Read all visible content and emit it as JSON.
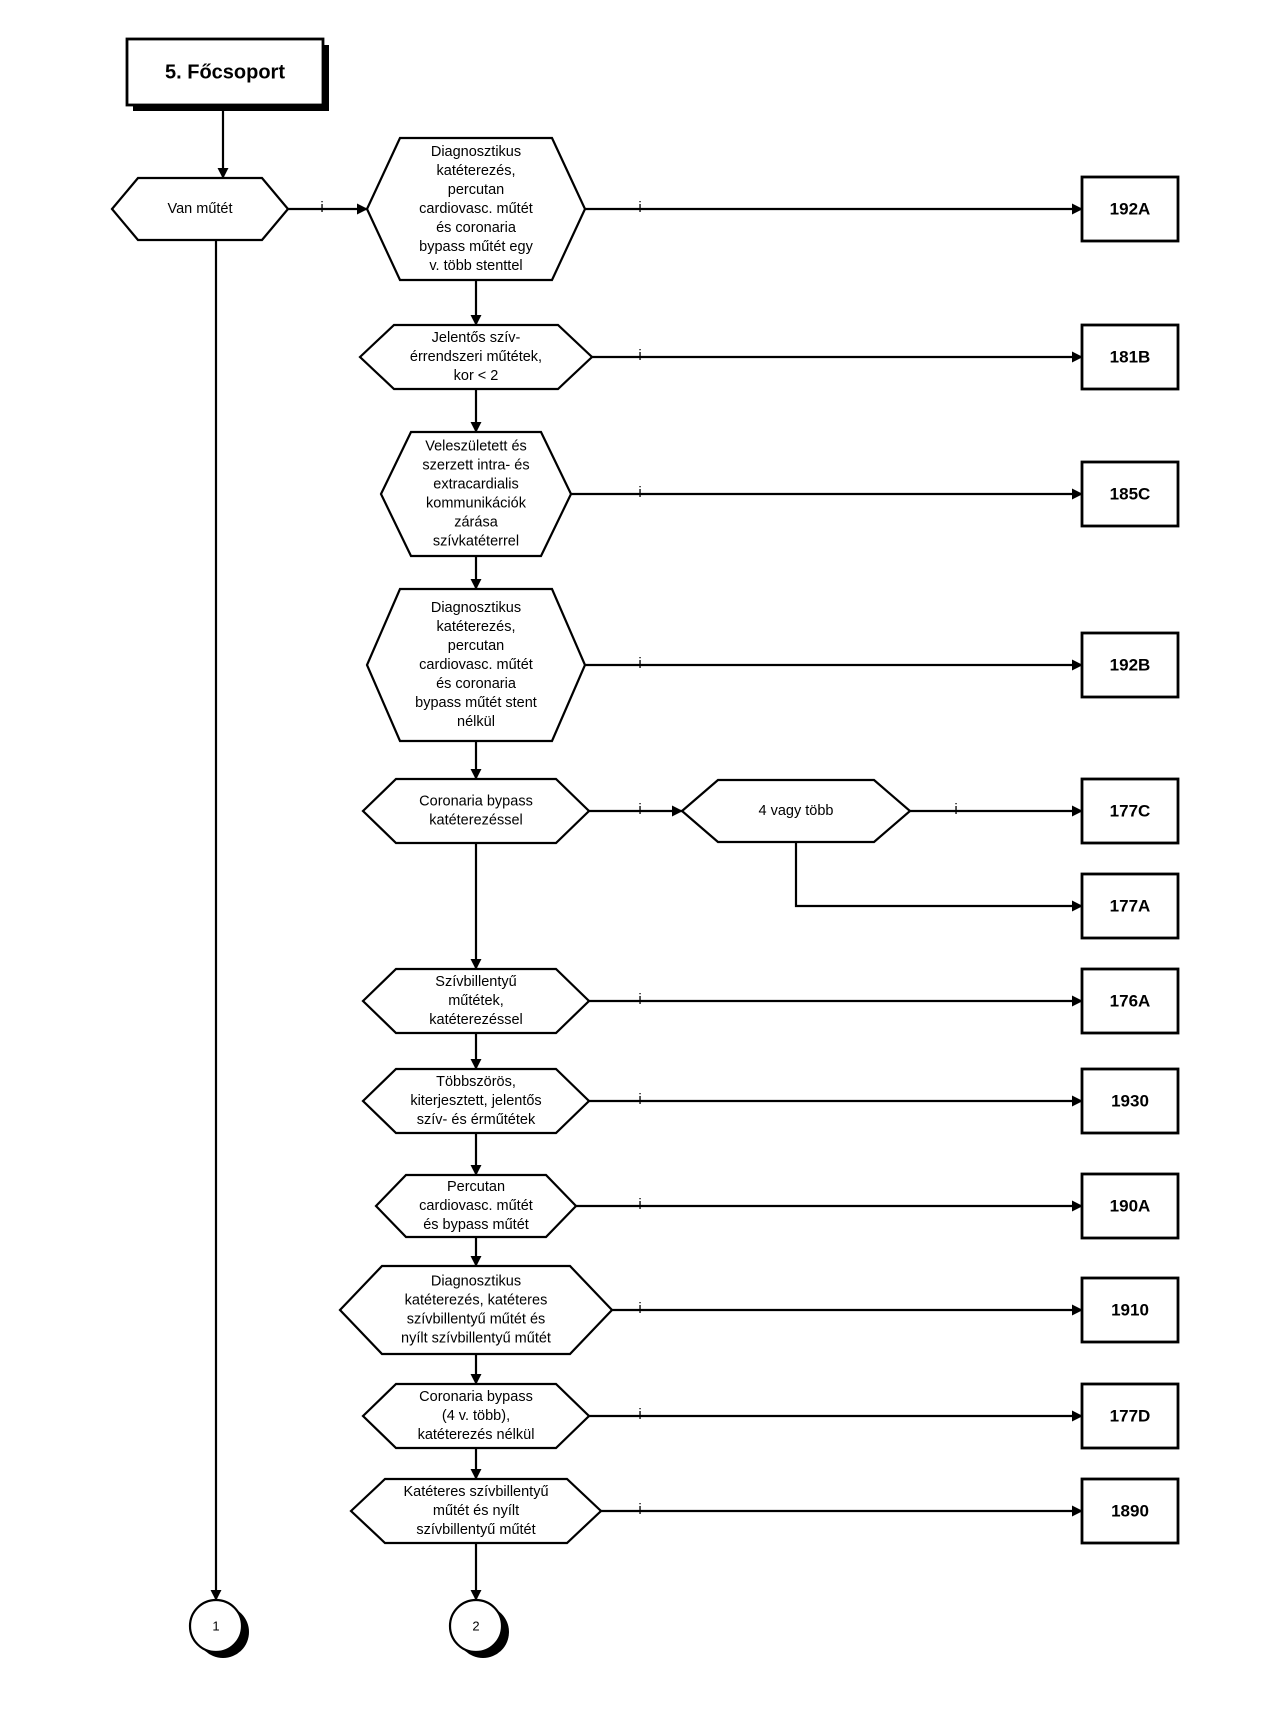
{
  "title": "5. Főcsoport",
  "branch_label": "i",
  "start": {
    "lines": [
      "Van műtét"
    ]
  },
  "decisions": [
    {
      "lines": [
        "Diagnosztikus",
        "katéterezés,",
        "percutan",
        "cardiovasc. műtét",
        "és coronaria",
        "bypass műtét egy",
        "v. több stenttel"
      ],
      "outcome": "192A"
    },
    {
      "lines": [
        "Jelentős szív-",
        "érrendszeri műtétek,",
        "kor <  2"
      ],
      "outcome": "181B"
    },
    {
      "lines": [
        "Veleszületett és",
        "szerzett intra- és",
        "extracardialis",
        "kommunikációk",
        "zárása",
        "szívkatéterrel"
      ],
      "outcome": "185C"
    },
    {
      "lines": [
        "Diagnosztikus",
        "katéterezés,",
        "percutan",
        "cardiovasc. műtét",
        "és coronaria",
        "bypass műtét stent",
        "nélkül"
      ],
      "outcome": "192B"
    },
    {
      "lines": [
        "Coronaria bypass",
        "katéterezéssel"
      ],
      "sub": {
        "lines": [
          "4 vagy több"
        ],
        "yes": "177C",
        "no": "177A"
      }
    },
    {
      "lines": [
        "Szívbillentyű",
        "műtétek,",
        "katéterezéssel"
      ],
      "outcome": "176A"
    },
    {
      "lines": [
        "Többszörös,",
        "kiterjesztett, jelentős",
        "szív- és érműtétek"
      ],
      "outcome": "1930"
    },
    {
      "lines": [
        "Percutan",
        "cardiovasc. műtét",
        "és  bypass műtét"
      ],
      "outcome": "190A"
    },
    {
      "lines": [
        "Diagnosztikus",
        "katéterezés, katéteres",
        "szívbillentyű műtét és",
        "nyílt szívbillentyű műtét"
      ],
      "outcome": "1910"
    },
    {
      "lines": [
        "Coronaria bypass",
        "(4 v. több),",
        "katéterezés nélkül"
      ],
      "outcome": "177D"
    },
    {
      "lines": [
        "Katéteres szívbillentyű",
        "műtét és nyílt",
        "szívbillentyű műtét"
      ],
      "outcome": "1890"
    }
  ],
  "connectors": [
    "1",
    "2"
  ]
}
